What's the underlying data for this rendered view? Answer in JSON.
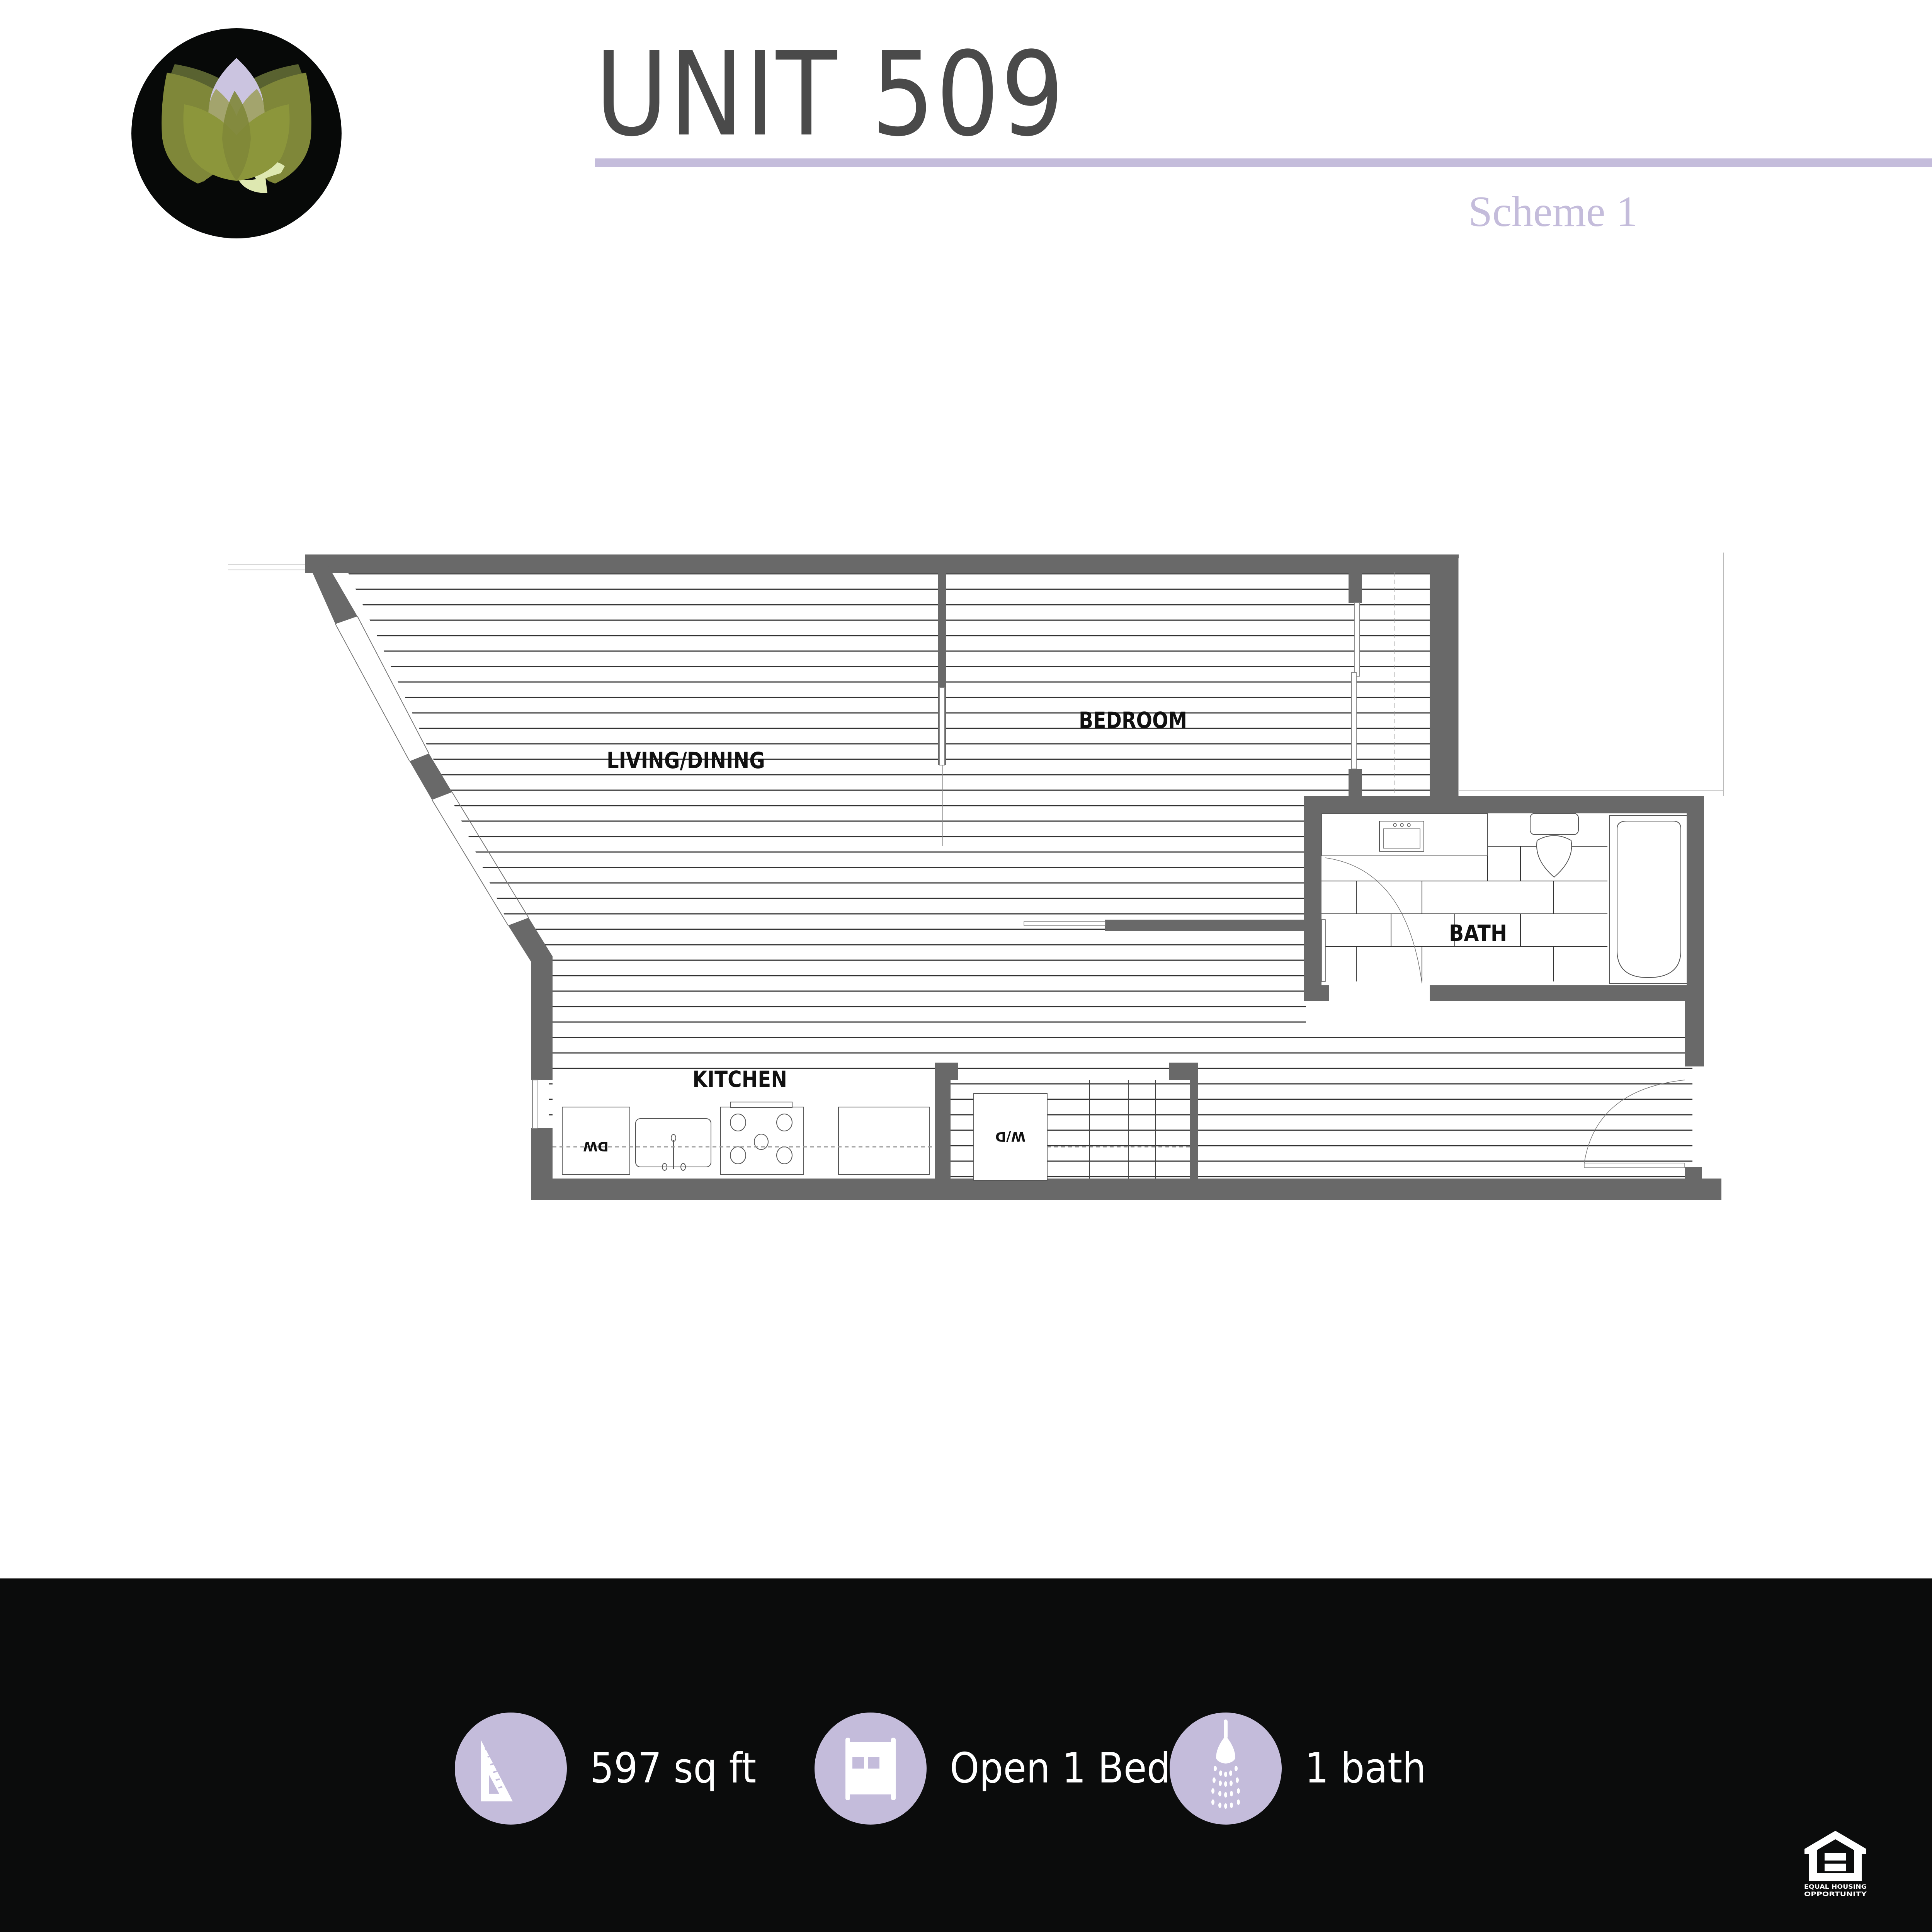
{
  "header": {
    "title": "UNIT 509",
    "scheme": "Scheme 1",
    "accent_color": "#c4bcdb",
    "title_color": "#4a4a4a"
  },
  "logo": {
    "icon": "artichoke-logo-icon",
    "background": "#070908",
    "colors": [
      "#5e6733",
      "#7f8739",
      "#8c963b",
      "#a3a46d",
      "#cbc4e0",
      "#dee8b1"
    ]
  },
  "floor_plan": {
    "wall_color": "#696969",
    "rooms": [
      {
        "id": "living-dining",
        "label": "LIVING/DINING"
      },
      {
        "id": "bedroom",
        "label": "BEDROOM"
      },
      {
        "id": "bath",
        "label": "BATH"
      },
      {
        "id": "kitchen",
        "label": "KITCHEN"
      }
    ],
    "appliances": [
      {
        "id": "dishwasher",
        "label": "DW"
      },
      {
        "id": "washer-dryer",
        "label": "W/D"
      }
    ]
  },
  "footer": {
    "background": "#0b0c0c",
    "stats": [
      {
        "icon": "ruler-triangle-icon",
        "label": "597 sq ft"
      },
      {
        "icon": "bed-icon",
        "label": "Open 1 Bed"
      },
      {
        "icon": "shower-icon",
        "label": "1 bath"
      }
    ],
    "eho": {
      "icon": "equal-housing-house-icon",
      "line1": "EQUAL HOUSING",
      "line2": "OPPORTUNITY"
    }
  }
}
